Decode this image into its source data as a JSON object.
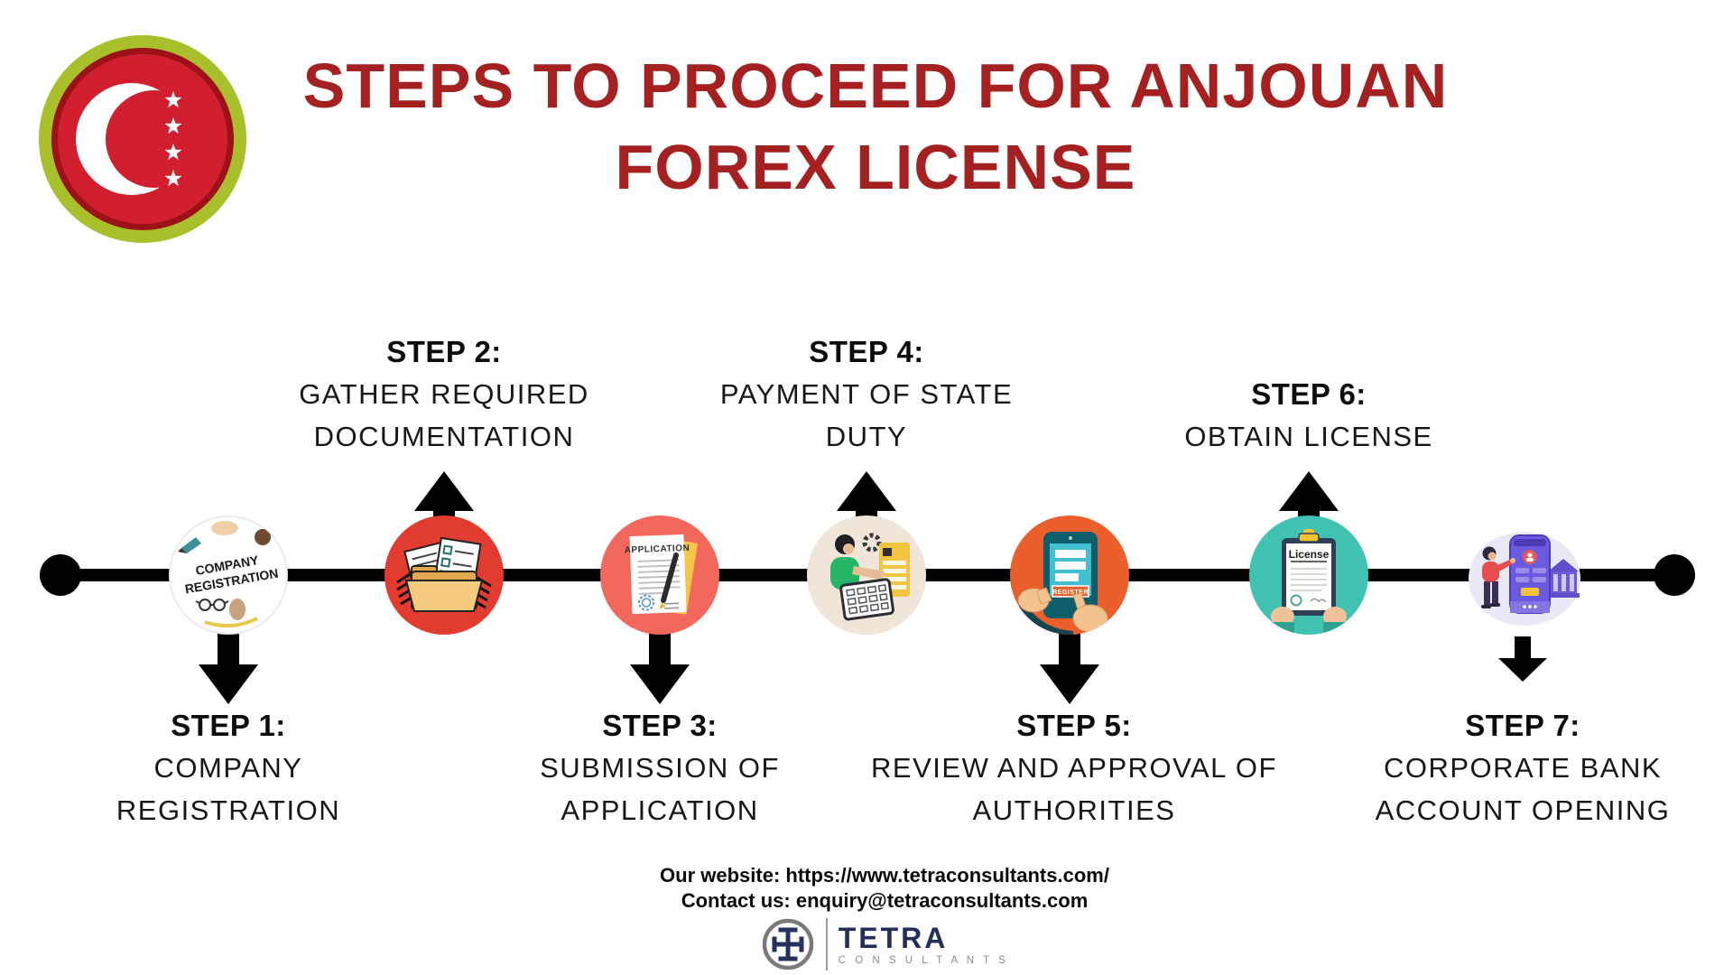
{
  "title": {
    "line1": "STEPS TO PROCEED FOR ANJOUAN",
    "line2": "FOREX LICENSE",
    "color": "#A52021"
  },
  "flag_logo": {
    "icon": "anjouan-flag-icon",
    "outer_ring_color": "#A9BF2C",
    "inner_ring_color": "#9C1218",
    "field_color": "#D11F2F",
    "crescent_color": "#FFFFFF",
    "star_count": 4
  },
  "timeline": {
    "color": "#000000"
  },
  "steps": [
    {
      "heading": "STEP 1:",
      "lines": [
        "COMPANY",
        "REGISTRATION"
      ],
      "label_position": "below",
      "arrow": "down",
      "icon": "company-registration-icon",
      "icon_lines": [
        "COMPANY",
        "REGISTRATION"
      ],
      "circle_color": "#FFFFFF"
    },
    {
      "heading": "STEP 2:",
      "lines": [
        "GATHER REQUIRED",
        "DOCUMENTATION"
      ],
      "label_position": "above",
      "arrow": "up",
      "icon": "documents-folder-icon",
      "circle_color": "#E23B30"
    },
    {
      "heading": "STEP 3:",
      "lines": [
        "SUBMISSION OF",
        "APPLICATION"
      ],
      "label_position": "below",
      "arrow": "down",
      "icon": "application-form-icon",
      "icon_text": "APPLICATION",
      "circle_color": "#F2685C"
    },
    {
      "heading": "STEP 4:",
      "lines": [
        "PAYMENT OF STATE",
        "DUTY"
      ],
      "label_position": "above",
      "arrow": "up",
      "icon": "state-duty-payment-icon",
      "circle_color": "#EFE6D9"
    },
    {
      "heading": "STEP 5:",
      "lines": [
        "REVIEW AND APPROVAL OF",
        "AUTHORITIES"
      ],
      "label_position": "below",
      "arrow": "down",
      "icon": "register-tablet-icon",
      "icon_text": "REGISTER",
      "circle_color": "#EA5F2C"
    },
    {
      "heading": "STEP 6:",
      "lines": [
        "OBTAIN LICENSE"
      ],
      "label_position": "above",
      "arrow": "up",
      "icon": "license-clipboard-icon",
      "icon_text": "License",
      "circle_color": "#41C2B3"
    },
    {
      "heading": "STEP 7:",
      "lines": [
        "CORPORATE BANK",
        "ACCOUNT OPENING"
      ],
      "label_position": "below",
      "arrow": "down",
      "icon": "bank-account-opening-icon",
      "circle_color": "#E9E8F7"
    }
  ],
  "footer": {
    "website": "Our website: https://www.tetraconsultants.com/",
    "contact": "Contact us: enquiry@tetraconsultants.com"
  },
  "brand": {
    "icon": "tetra-consultants-logo-icon",
    "name": "TETRA",
    "subtitle": "C O N S U L T A N T S",
    "name_color": "#232F5B",
    "subtitle_color": "#8C8C8C"
  }
}
